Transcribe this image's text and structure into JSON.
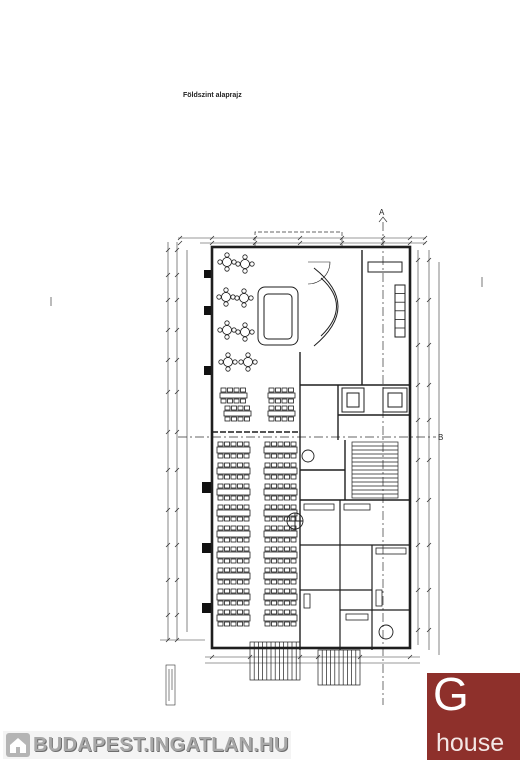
{
  "page": {
    "title": "Földszint alaprajz"
  },
  "plan": {
    "section_labels": {
      "a": "A",
      "b": "B"
    },
    "line_color": "#1e1e1e"
  },
  "watermark": {
    "icon": "house-icon",
    "text": "BUDAPEST.INGATLAN.HU",
    "color": "#a8a8a8"
  },
  "logo": {
    "letter": "G",
    "word": "house",
    "background": "#8e302b",
    "foreground": "#ffffff"
  }
}
